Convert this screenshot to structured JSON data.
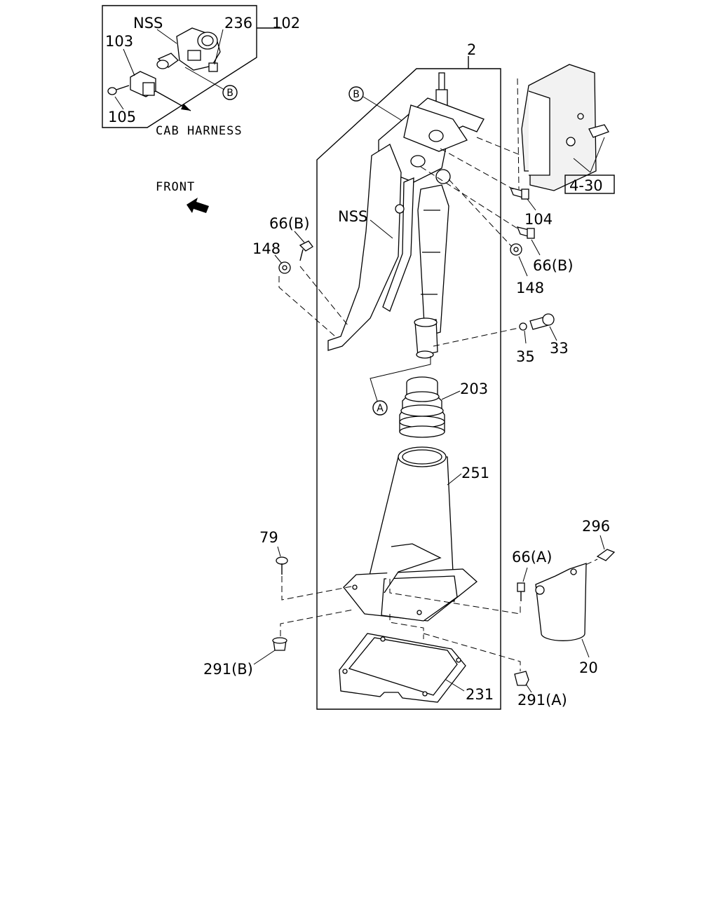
{
  "callouts": {
    "c102": "102",
    "c236": "236",
    "nss_inset": "NSS",
    "c103": "103",
    "c105": "105",
    "cab_harness": "CAB HARNESS",
    "b_inset": "B",
    "c2": "2",
    "b_main": "B",
    "front": "FRONT",
    "ref_4_30": "4-30",
    "c104": "104",
    "nss_main": "NSS",
    "c66b_left": "66(B)",
    "c148_left": "148",
    "c66b_right": "66(B)",
    "c148_right": "148",
    "c35": "35",
    "c33": "33",
    "c203": "203",
    "a_main": "A",
    "c251": "251",
    "c79": "79",
    "c296": "296",
    "c66a": "66(A)",
    "c291b": "291(B)",
    "c20": "20",
    "c231": "231",
    "c291a": "291(A)"
  },
  "icons": {
    "front_arrow": "arrow-up-left-icon"
  }
}
